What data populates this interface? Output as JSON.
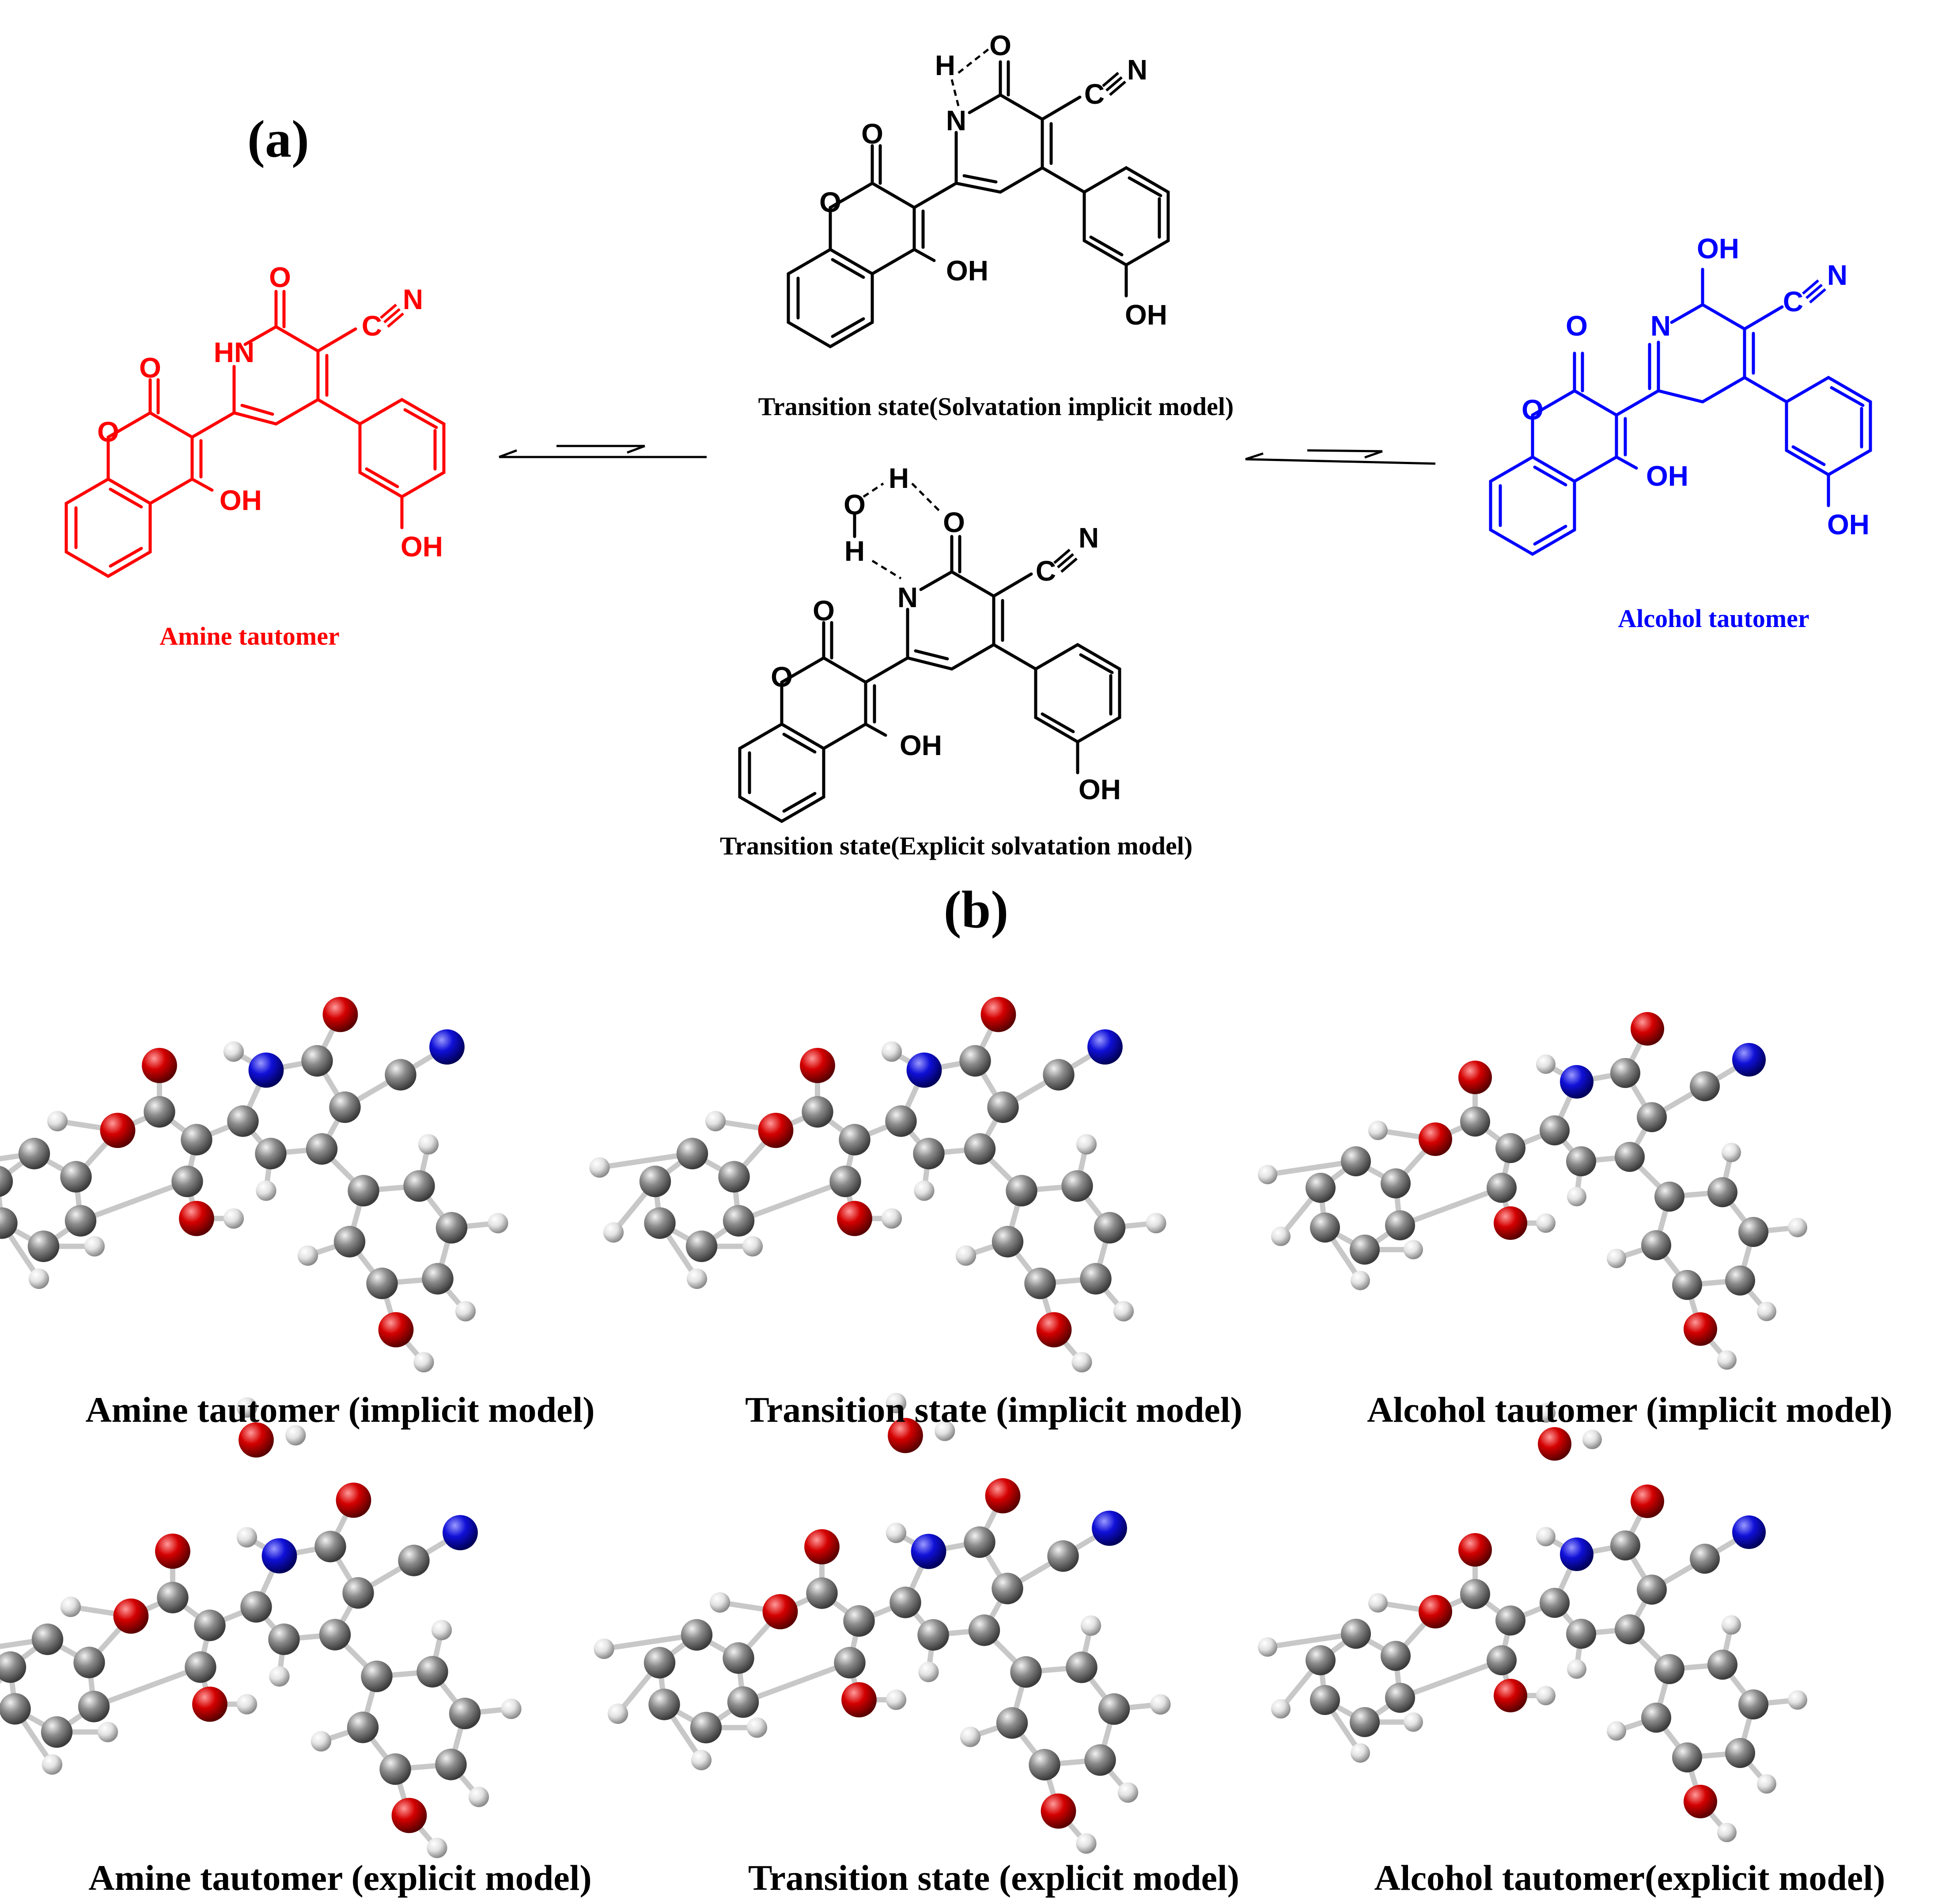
{
  "panel_labels": {
    "a": "(a)",
    "b": "(b)"
  },
  "colors": {
    "amine": "#ff0000",
    "alcohol": "#0000ff",
    "ts": "#000000",
    "carbon": "#8a8a8a",
    "oxygen": "#d00000",
    "nitrogen": "#1010d0",
    "hydrogen": "#e6e6e6"
  },
  "scheme": {
    "amine_label": "Amine tautomer",
    "alcohol_label": "Alcohol tautomer",
    "ts_implicit_label": "Transition state(Solvatation implicit model)",
    "ts_explicit_label": "Transition state(Explicit solvatation model)"
  },
  "atoms": {
    "O": "O",
    "OH": "OH",
    "HN": "HN",
    "N": "N",
    "H": "H",
    "C": "C"
  },
  "captions": {
    "row1": [
      "Amine tautomer (implicit model)",
      "Transition state (implicit model)",
      "Alcohol tautomer (implicit model)"
    ],
    "row2": [
      "Amine tautomer (explicit model)",
      "Transition state (explicit model)",
      "Alcohol tautomer(explicit model)"
    ]
  }
}
